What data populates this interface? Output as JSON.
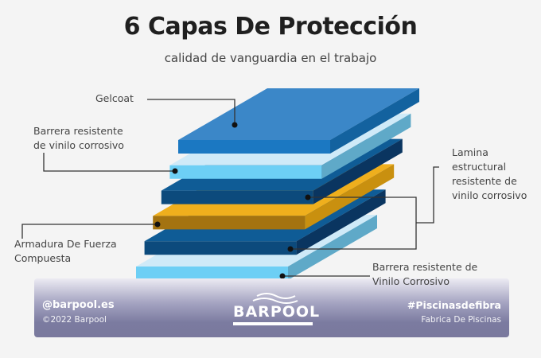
{
  "header": {
    "title": "6 Capas De Protección",
    "subtitle": "calidad de vanguardia en el trabajo"
  },
  "layers": [
    {
      "label": "Gelcoat",
      "colors": {
        "top": "#3b87c8",
        "front": "#1b78c2",
        "side": "#13629f"
      }
    },
    {
      "label": "Barrera resistente de vinilo corrosivo",
      "colors": {
        "top": "#cfeaf8",
        "front": "#6dcff5",
        "side": "#5fa9c8"
      }
    },
    {
      "label": "Lamina estructural resistente de vinilo corrosivo",
      "colors": {
        "top": "#0f5c96",
        "front": "#0c4a7c",
        "side": "#0a3560"
      }
    },
    {
      "label": "Armadura De Fuerza Compuesta",
      "colors": {
        "top": "#efaf1d",
        "front": "#a47310",
        "side": "#c9900f"
      }
    },
    {
      "label": "Lamina estructural resistente de vinilo corrosivo",
      "colors": {
        "top": "#0f5c96",
        "front": "#0c4a7c",
        "side": "#0a3560"
      }
    },
    {
      "label": "Barrera resistente de Vinilo Corrosivo",
      "colors": {
        "top": "#cfeaf8",
        "front": "#6dcff5",
        "side": "#5fa9c8"
      }
    }
  ],
  "labels": {
    "gelcoat": "Gelcoat",
    "barrera_top": [
      "Barrera resistente",
      "de vinilo corrosivo"
    ],
    "lamina": [
      "Lamina",
      "estructural",
      "resistente de",
      "vinilo corrosivo"
    ],
    "armadura": [
      "Armadura De Fuerza",
      "Compuesta"
    ],
    "barrera_bottom": [
      "Barrera resistente de",
      "Vinilo Corrosivo"
    ]
  },
  "footer": {
    "handle": "@barpool.es",
    "copyright": "©2022 Barpool",
    "logo": "BARPOOL",
    "hashtag": "#Piscinasdefibra",
    "tagline": "Fabrica De Piscinas"
  }
}
